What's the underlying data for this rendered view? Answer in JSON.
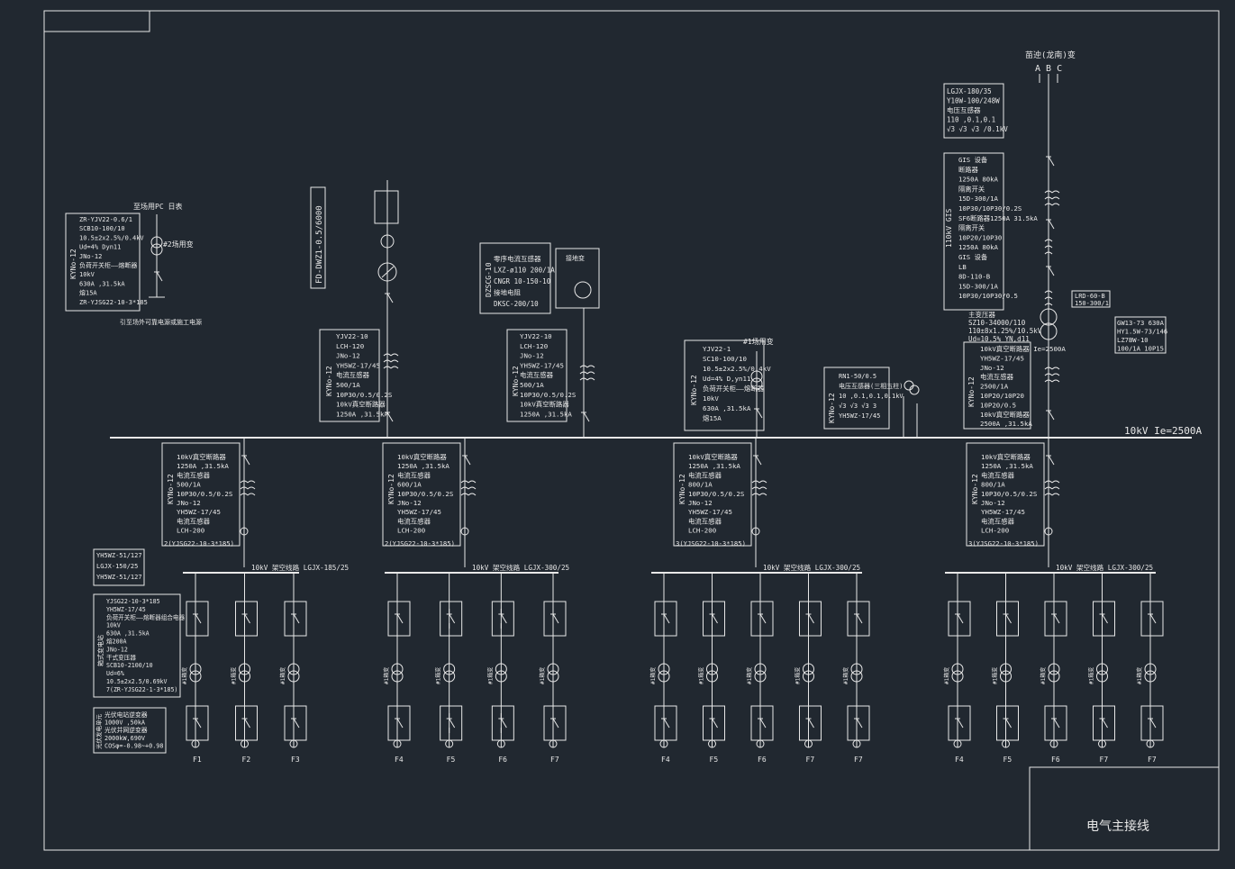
{
  "title_block": {
    "title": "电气主接线"
  },
  "source": {
    "name": "苗迚(龙南)变",
    "phases": "A  B  C"
  },
  "busbar": {
    "label": "10kV  Ie=2500A"
  },
  "top_left_box": {
    "heading": "至场用PC 日表",
    "side": "KYNo-12",
    "lines": [
      "ZR-YJV22-0.6/1",
      "SCB10-100/10",
      "10.5±2x2.5%/0.4kV",
      "Ud=4% Dyn11",
      "JNo-12",
      "负荷开关柜——熔断器",
      "10kV",
      "630A ,31.5kA",
      "熔15A",
      "ZR-YJSG22-10-3*185"
    ],
    "transformer": "#2场用变",
    "note": "引至场外可靠电源或施工电源"
  },
  "fd_panel": {
    "side": "FD-DWZ1-0.5/6000"
  },
  "feeder_svg": {
    "side": "KYNo-12",
    "lines": [
      "YJV22-10",
      "LCH-120",
      "JNo-12",
      "YH5WZ-17/45",
      "电流互感器",
      "500/1A",
      "10P30/0.5/0.2S",
      "10kV真空断路器",
      "1250A ,31.5kA"
    ]
  },
  "dzscg_panel": {
    "side": "DZSCG-10",
    "lines": [
      "零序电流互感器",
      "LXZ-ø110  200/1A",
      "CNGR 10-150-10",
      "接地电阻",
      "DKSC-200/10"
    ],
    "box_label": "接地变"
  },
  "feeder_gnd": {
    "side": "KYNo-12",
    "lines": [
      "YJV22-10",
      "LCH-120",
      "JNo-12",
      "YH5WZ-17/45",
      "电流互感器",
      "500/1A",
      "10P30/0.5/0.2S",
      "10kV真空断路器",
      "1250A ,31.5kA"
    ]
  },
  "station_tx": {
    "side": "KYNo-12",
    "label": "#1场用变",
    "lines": [
      "YJV22-1",
      "SC10-100/10",
      "10.5±2x2.5%/0.4kV",
      "Ud=4% D,yn11",
      "负荷开关柜——熔断器",
      "10kV",
      "630A ,31.5kA",
      "熔15A"
    ]
  },
  "pt_panel": {
    "side": "KYNo-12",
    "lines": [
      "RN1-50/0.5",
      "电压互感器(三相五柱)",
      "10 ,0.1,0.1,0.1kV",
      "√3 √3 √3  3",
      "YH5WZ-17/45"
    ]
  },
  "hv_panel": {
    "lines_top": [
      "LGJX-180/35",
      "Y10W-100/248W",
      "电压互感器",
      "110 ,0.1,0.1",
      "√3 √3 √3 /0.1kV"
    ],
    "gis_side": "110kV GIS",
    "gis_lines": [
      "GIS 设备",
      "断路器",
      "1250A 80kA",
      "隔离开关",
      "15D-300/1A",
      "10P30/10P30/0.2S",
      "SF6断路器1250A 31.5kA",
      "隔离开关",
      "10P20/10P30",
      "1250A 80kA",
      "GIS 设备",
      "LB",
      "8D-110-B",
      "15D-300/1A",
      "10P30/10P30/0.5"
    ],
    "transformer": [
      "主变压器",
      "SZ10-34000/110",
      "110±8x1.25%/10.5kV",
      "Ud=10.5% YN,d11"
    ],
    "right_box": [
      "LRD-60-B",
      "150-300/1"
    ],
    "right_box2": [
      "GW13-73 630A",
      "HY1.5W-73/146",
      "LZ7BW-10",
      "100/1A 10P15"
    ],
    "incomer_side": "KYNo-12",
    "incomer_lines": [
      "10kV真空断路器 Ie=2500A",
      "YH5WZ-17/45",
      "JNo-12",
      "电流互感器",
      "2500/1A",
      "10P20/10P20",
      "10P20/0.5",
      "10kV真空断路器",
      "2500A ,31.5kA"
    ]
  },
  "sections": [
    {
      "side": "KYNo-12",
      "lines": [
        "10kV真空断路器",
        "1250A ,31.5kA",
        "电流互感器",
        "500/1A",
        "10P30/0.5/0.2S",
        "JNo-12",
        "YH5WZ-17/45",
        "电流互感器",
        "LCH-200"
      ],
      "cable": "2(YJSG22-10-3*185)",
      "bus": "10kV 架空线路 LGJX-185/25",
      "feeders": [
        "F1",
        "F2",
        "F3"
      ]
    },
    {
      "side": "KYNo-12",
      "lines": [
        "10kV真空断路器",
        "1250A ,31.5kA",
        "电流互感器",
        "600/1A",
        "10P30/0.5/0.2S",
        "JNo-12",
        "YH5WZ-17/45",
        "电流互感器",
        "LCH-200"
      ],
      "cable": "2(YJSG22-10-3*185)",
      "bus": "10kV 架空线路 LGJX-300/25",
      "feeders": [
        "F4",
        "F5",
        "F6",
        "F7"
      ]
    },
    {
      "side": "KYNo-12",
      "lines": [
        "10kV真空断路器",
        "1250A ,31.5kA",
        "电流互感器",
        "800/1A",
        "10P30/0.5/0.2S",
        "JNo-12",
        "YH5WZ-17/45",
        "电流互感器",
        "LCH-200"
      ],
      "cable": "3(YJSG22-10-3*185)",
      "bus": "10kV 架空线路 LGJX-300/25",
      "feeders": [
        "F4",
        "F5",
        "F6",
        "F7",
        "F7"
      ]
    },
    {
      "side": "KYNo-12",
      "lines": [
        "10kV真空断路器",
        "1250A ,31.5kA",
        "电流互感器",
        "800/1A",
        "10P30/0.5/0.2S",
        "JNo-12",
        "YH5WZ-17/45",
        "电流互感器",
        "LCH-200"
      ],
      "cable": "3(YJSG22-10-3*185)",
      "bus": "10kV 架空线路 LGJX-300/25",
      "feeders": [
        "F4",
        "F5",
        "F6",
        "F7",
        "F7"
      ]
    }
  ],
  "legend_left": {
    "top": [
      "YH5WZ-51/127",
      "LGJX-150/25",
      "YH5WZ-51/127"
    ],
    "mid_side": "箱式变电站",
    "mid": [
      "YJSG22-10-3*185",
      "YH5WZ-17/45",
      "负荷开关柜——熔断器组合电器",
      "10kV",
      "630A ,31.5kA",
      "熔200A",
      "JNo-12",
      "干式变压器",
      "SCB10-2100/10",
      "Ud=6%",
      "10.5±2x2.5/0.69kV",
      "7(ZR-YJSG22-1-3*185)"
    ],
    "bot_side": "光伏发电单元",
    "bot": [
      "光伏电站逆变器",
      "1000V ,50kA",
      "光伏并网逆变器",
      "2000kW,690V",
      "COSφ=-0.98~+0.98"
    ]
  },
  "unit_label": "#1箱变"
}
